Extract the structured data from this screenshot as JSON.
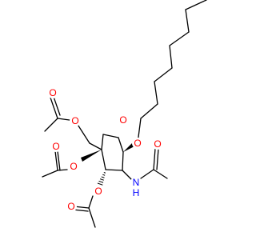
{
  "colors": {
    "bond": "#000000",
    "oxygen": "#ff0000",
    "nitrogen": "#0000ff",
    "background": "#ffffff"
  },
  "atoms": {
    "ring_o": "O",
    "anomeric_o": "O",
    "c6_o": "O",
    "c6_carbonyl_o": "O",
    "c4_o": "O",
    "c4_carbonyl_o": "O",
    "c3_o": "O",
    "c3_carbonyl_o": "O",
    "amide_n": "N",
    "amide_h": "H",
    "amide_carbonyl_o": "O"
  }
}
